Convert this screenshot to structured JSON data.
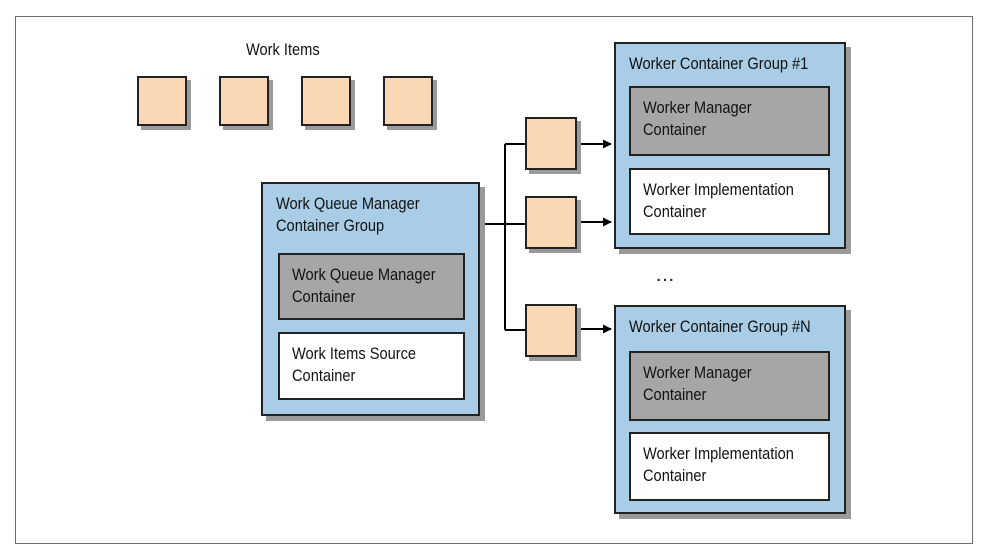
{
  "colors": {
    "work_item_fill": "#fbd8b5",
    "group_fill": "#a9cde6",
    "manager_fill": "#a6a6a6",
    "implementation_fill": "#ffffff",
    "line": "#000000"
  },
  "work_items": {
    "label": "Work Items",
    "count": 4
  },
  "queue_manager_group": {
    "title": "Work Queue Manager\nContainer Group",
    "manager_container": "Work Queue Manager\nContainer",
    "source_container": "Work Items Source\nContainer"
  },
  "dispatched_items": {
    "count": 3
  },
  "worker_groups": [
    {
      "title": "Worker Container Group #1",
      "manager_container": "Worker Manager\nContainer",
      "implementation_container": "Worker Implementation\nContainer"
    },
    {
      "title": "Worker Container Group #N",
      "manager_container": "Worker Manager\nContainer",
      "implementation_container": "Worker Implementation\nContainer"
    }
  ],
  "ellipsis": "…"
}
